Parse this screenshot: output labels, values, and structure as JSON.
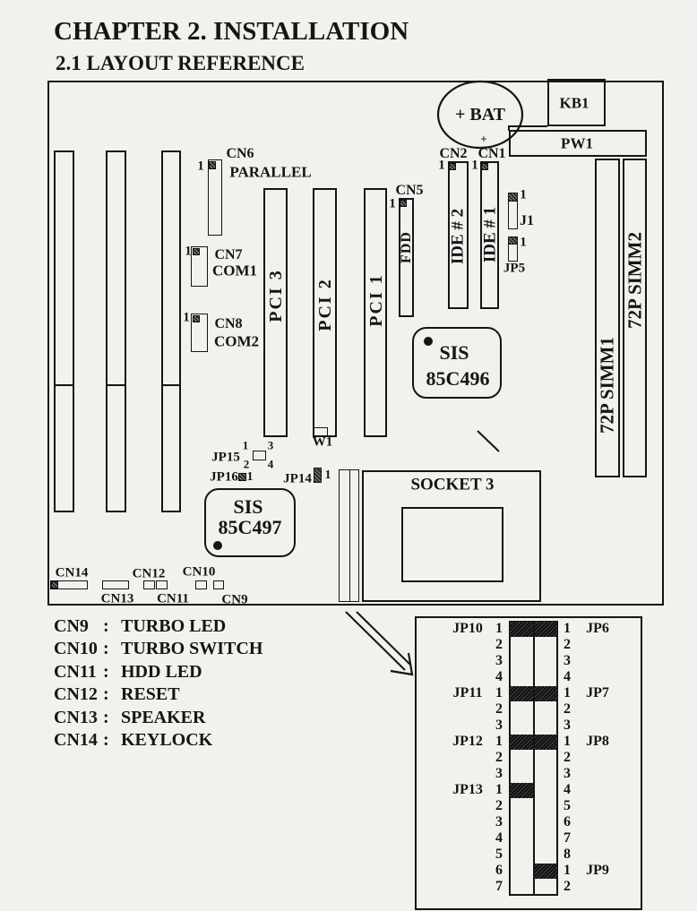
{
  "header": {
    "chapter": "CHAPTER 2. INSTALLATION",
    "section": "2.1 LAYOUT REFERENCE"
  },
  "board": {
    "kb1": "KB1",
    "battery": "+ BAT",
    "battery_polarity": "+",
    "pw1": "PW1",
    "cn2": "CN2",
    "cn1": "CN1",
    "pin_one": "1",
    "ide2": "IDE # 2",
    "ide1": "IDE # 1",
    "j1": "J1",
    "jp5": "JP5",
    "simm1": "72P SIMM1",
    "simm2": "72P SIMM2",
    "cn6": "CN6",
    "parallel": "PARALLEL",
    "cn5": "CN5",
    "fdd": "FDD",
    "cn7": "CN7",
    "com1": "COM1",
    "cn8": "CN8",
    "com2": "COM2",
    "pci3": "PCI 3",
    "pci2": "PCI 2",
    "pci1": "PCI 1",
    "chip_496": {
      "brand": "SIS",
      "model": "85C496"
    },
    "chip_497": {
      "brand": "SIS",
      "model": "85C497"
    },
    "w1": "W1",
    "jp15": {
      "name": "JP15",
      "pins": [
        "1",
        "3",
        "2",
        "4"
      ]
    },
    "jp16": "JP16",
    "jp14": "JP14",
    "socket": "SOCKET 3",
    "front_panel": {
      "cn14": "CN14",
      "cn13": "CN13",
      "cn12": "CN12",
      "cn11": "CN11",
      "cn10": "CN10",
      "cn9": "CN9"
    }
  },
  "legend": {
    "separator": ":",
    "items": [
      {
        "id": "CN9",
        "desc": "TURBO LED"
      },
      {
        "id": "CN10",
        "desc": "TURBO SWITCH"
      },
      {
        "id": "CN11",
        "desc": "HDD LED"
      },
      {
        "id": "CN12",
        "desc": "RESET"
      },
      {
        "id": "CN13",
        "desc": "SPEAKER"
      },
      {
        "id": "CN14",
        "desc": "KEYLOCK"
      }
    ]
  },
  "jumper_detail": {
    "left": [
      {
        "name": "JP10",
        "pins": [
          "1",
          "2",
          "3",
          "4"
        ],
        "capped_pin": 1
      },
      {
        "name": "JP11",
        "pins": [
          "1",
          "2",
          "3"
        ],
        "capped_pin": 1
      },
      {
        "name": "JP12",
        "pins": [
          "1",
          "2",
          "3"
        ],
        "capped_pin": 1
      },
      {
        "name": "JP13",
        "pins": [
          "1",
          "2",
          "3",
          "4",
          "5",
          "6",
          "7"
        ],
        "capped_pin": 1
      }
    ],
    "right": [
      {
        "name": "JP6",
        "pins": [
          "1",
          "2",
          "3",
          "4"
        ],
        "capped_pin": 1
      },
      {
        "name": "JP7",
        "pins": [
          "1",
          "2",
          "3"
        ],
        "capped_pin": 1
      },
      {
        "name": "JP8",
        "pins": [
          "1",
          "2",
          "3",
          "4",
          "5",
          "6",
          "7",
          "8"
        ],
        "capped_pin": 1
      },
      {
        "name": "JP9",
        "pins": [
          "1",
          "2"
        ],
        "capped_pin": 1
      }
    ]
  },
  "colors": {
    "paper": "#f1f1ee",
    "ink": "#151515"
  }
}
